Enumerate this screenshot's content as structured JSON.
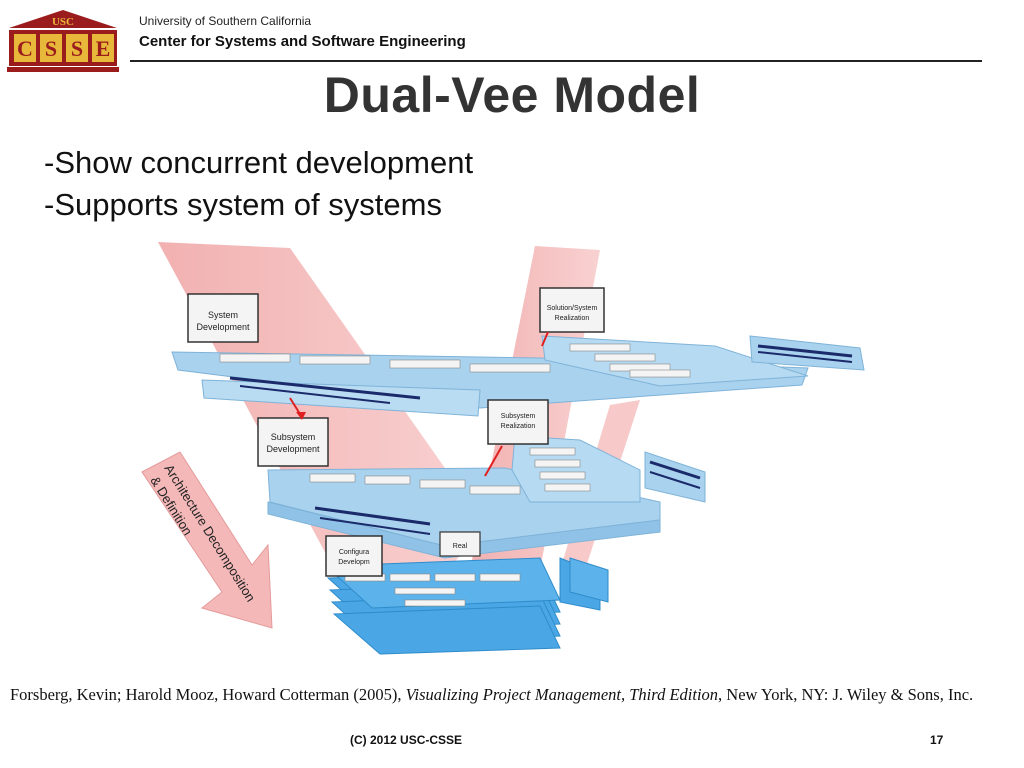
{
  "header": {
    "logo_top": "USC",
    "logo_letters": [
      "C",
      "S",
      "S",
      "E"
    ],
    "university": "University of Southern California",
    "center": "Center for Systems and Software Engineering"
  },
  "slide": {
    "title": "Dual-Vee Model",
    "bullets": [
      "-Show concurrent development",
      "-Supports system of systems"
    ]
  },
  "diagram": {
    "boxes": {
      "system_dev": [
        "System",
        "Development"
      ],
      "solution_real": [
        "Solution/System",
        "Realization"
      ],
      "subsystem_dev": [
        "Subsystem",
        "Development"
      ],
      "subsystem_real": [
        "Subsystem",
        "Realization"
      ],
      "config_dev": [
        "Configura",
        "Developm"
      ],
      "real_partial": "Real"
    },
    "arrow_label": [
      "Architecture Decomposition",
      "& Definition"
    ]
  },
  "citation": {
    "authors": "Forsberg, Kevin; Harold Mooz, Howard Cotterman (2005), ",
    "book": "Visualizing Project Management, Third Edition",
    "publisher": ", New York, NY: J. Wiley & Sons, Inc."
  },
  "footer": {
    "copyright": "(C) 2012 USC-CSSE",
    "page": "17"
  },
  "colors": {
    "logo_red": "#9b1c1c",
    "logo_gold": "#e8b83a",
    "vee_pink": "#f4b8b8",
    "plane_blue": "#a9d2ee",
    "plane_deep": "#4aa6e4",
    "arrow_red": "#e02020"
  }
}
